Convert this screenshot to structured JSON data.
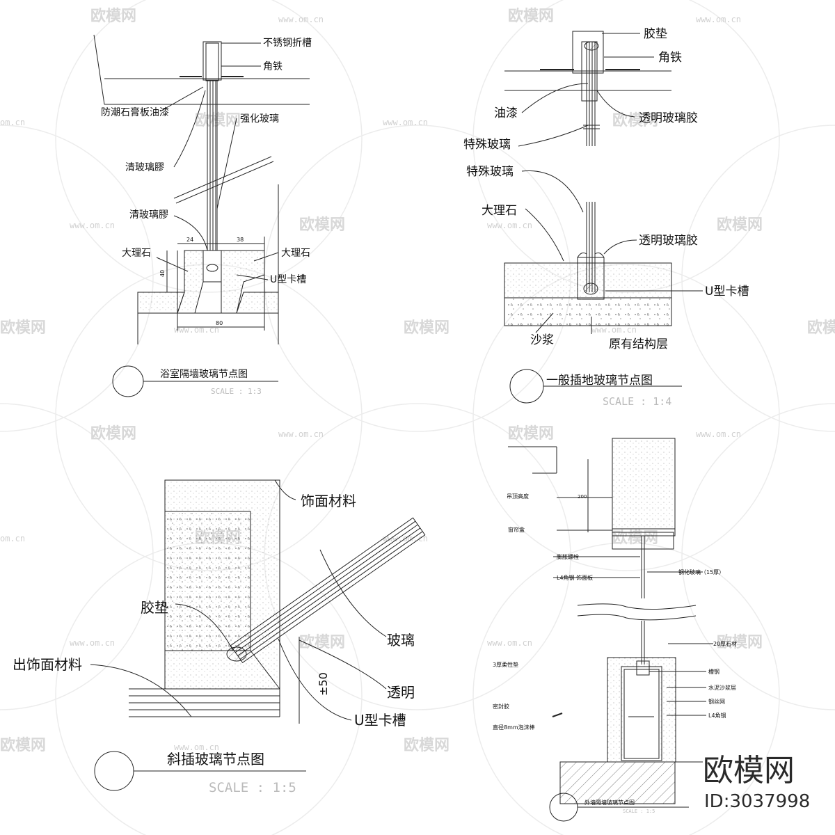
{
  "watermark": {
    "brand": "欧模网",
    "site": "www.om.cn",
    "site_short": "om.cn"
  },
  "brand_corner": {
    "name": "欧模网",
    "id": "ID:3037998"
  },
  "panel1": {
    "title": "浴室隔墙玻璃节点图",
    "scale": "SCALE :   1:3",
    "labels": {
      "groove": "不锈钢折槽",
      "angle": "角铁",
      "gypsum": "防潮石膏板油漆",
      "tempered": "强化玻璃",
      "glue1": "清玻璃膠",
      "glue2": "清玻璃膠",
      "marble_l": "大理石",
      "marble_r": "大理石",
      "u_slot": "U型卡槽"
    },
    "dims": {
      "d24": "24",
      "d38": "38",
      "d40": "40",
      "d80": "80"
    }
  },
  "panel2": {
    "title": "一般插地玻璃节点图",
    "scale": "SCALE :   1:4",
    "labels": {
      "gasket": "胶垫",
      "angle": "角铁",
      "paint": "油漆",
      "clear_glue1": "透明玻璃胶",
      "special1": "特殊玻璃",
      "special2": "特殊玻璃",
      "marble": "大理石",
      "clear_glue2": "透明玻璃胶",
      "u_slot": "U型卡槽",
      "mortar": "沙浆",
      "structure": "原有结构层"
    }
  },
  "panel3": {
    "title": "斜插玻璃节点图",
    "scale": "SCALE :     1:5",
    "labels": {
      "finish": "饰面材料",
      "gasket": "胶垫",
      "finish2": "出饰面材料",
      "glass": "玻璃",
      "clear": "透明",
      "u_slot": "U型卡槽"
    },
    "dims": {
      "pm50": "±50"
    }
  },
  "panel4": {
    "title": "外墙隔墙玻璃节点图",
    "scale": "SCALE :   1:5",
    "labels": {
      "ceiling_h": "吊顶高度",
      "curtain": "窗帘盒",
      "bolt": "膨胀螺栓",
      "l4_trim": "L4角钢 饰面板",
      "tempered": "钢化玻璃（15厚）",
      "stone": "20厚石材",
      "pad": "3厚柔性垫",
      "channel": "槽钢",
      "mortar": "水泥沙浆层",
      "mesh": "钢丝网",
      "l4": "L4角钢",
      "sealant": "密封胶",
      "foam": "直径8mm泡沫棒"
    },
    "dims": {
      "d200": "200"
    }
  }
}
